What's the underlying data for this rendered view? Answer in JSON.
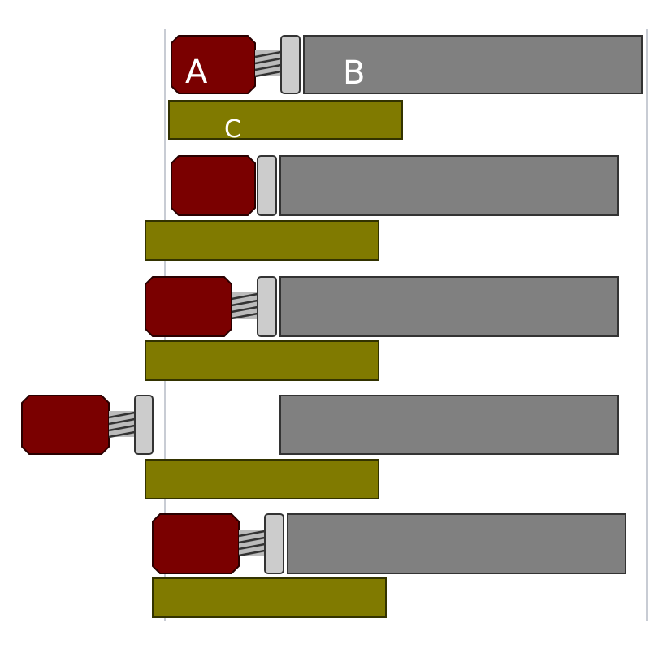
{
  "labels": {
    "a": "A",
    "b": "B",
    "c": "C"
  },
  "colors": {
    "part_a": "#7a0000",
    "part_b": "#808080",
    "part_c": "#807a00",
    "cap": "#cccccc",
    "label_text": "#ffffff",
    "guide_line": "#c8ccd4"
  },
  "icons": {
    "spring": "spring-icon"
  },
  "rows": [
    {
      "name": "row-1",
      "has_spring": true,
      "labeled": true
    },
    {
      "name": "row-2",
      "has_spring": false,
      "labeled": false
    },
    {
      "name": "row-3",
      "has_spring": true,
      "labeled": false
    },
    {
      "name": "row-4",
      "has_spring": true,
      "labeled": false
    },
    {
      "name": "row-5",
      "has_spring": true,
      "labeled": false
    }
  ]
}
